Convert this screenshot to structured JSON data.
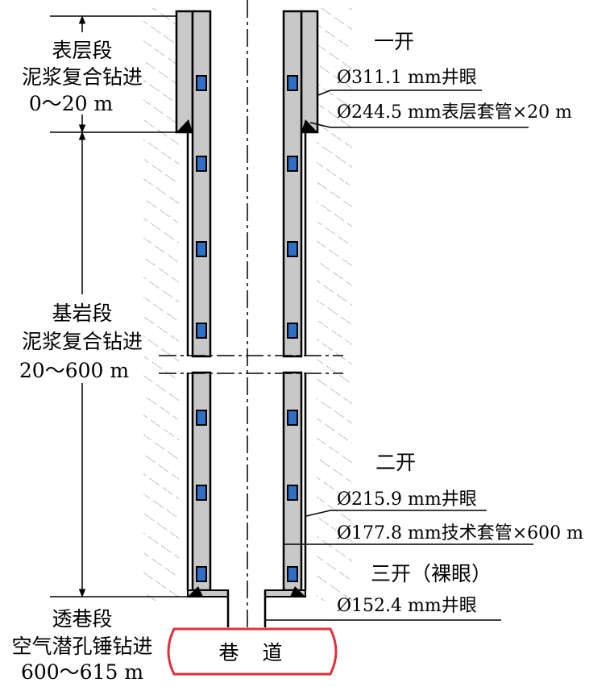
{
  "sections": {
    "surface": {
      "name": "表层段",
      "method": "泥浆复合钻进",
      "range": "0～20 m"
    },
    "bedrock": {
      "name": "基岩段",
      "method": "泥浆复合钻进",
      "range": "20～600 m"
    },
    "breakthrough": {
      "name": "透巷段",
      "method": "空气潜孔锤钻进",
      "range": "600～615 m"
    }
  },
  "stages": {
    "first": {
      "title": "一开",
      "hole": "Ø311.1 mm井眼",
      "casing": "Ø244.5 mm表层套管×20 m"
    },
    "second": {
      "title": "二开",
      "hole": "Ø215.9 mm井眼",
      "casing": "Ø177.8 mm技术套管×600 m"
    },
    "third": {
      "title": "三开（裸眼）",
      "hole": "Ø152.4 mm井眼"
    }
  },
  "tunnel": {
    "label": "巷　道"
  },
  "colors": {
    "casing_fill": "#c8c8c8",
    "centralizer": "#2f6fc6",
    "tunnel_border": "#e0303a",
    "hatch": "#c4c4c4"
  }
}
